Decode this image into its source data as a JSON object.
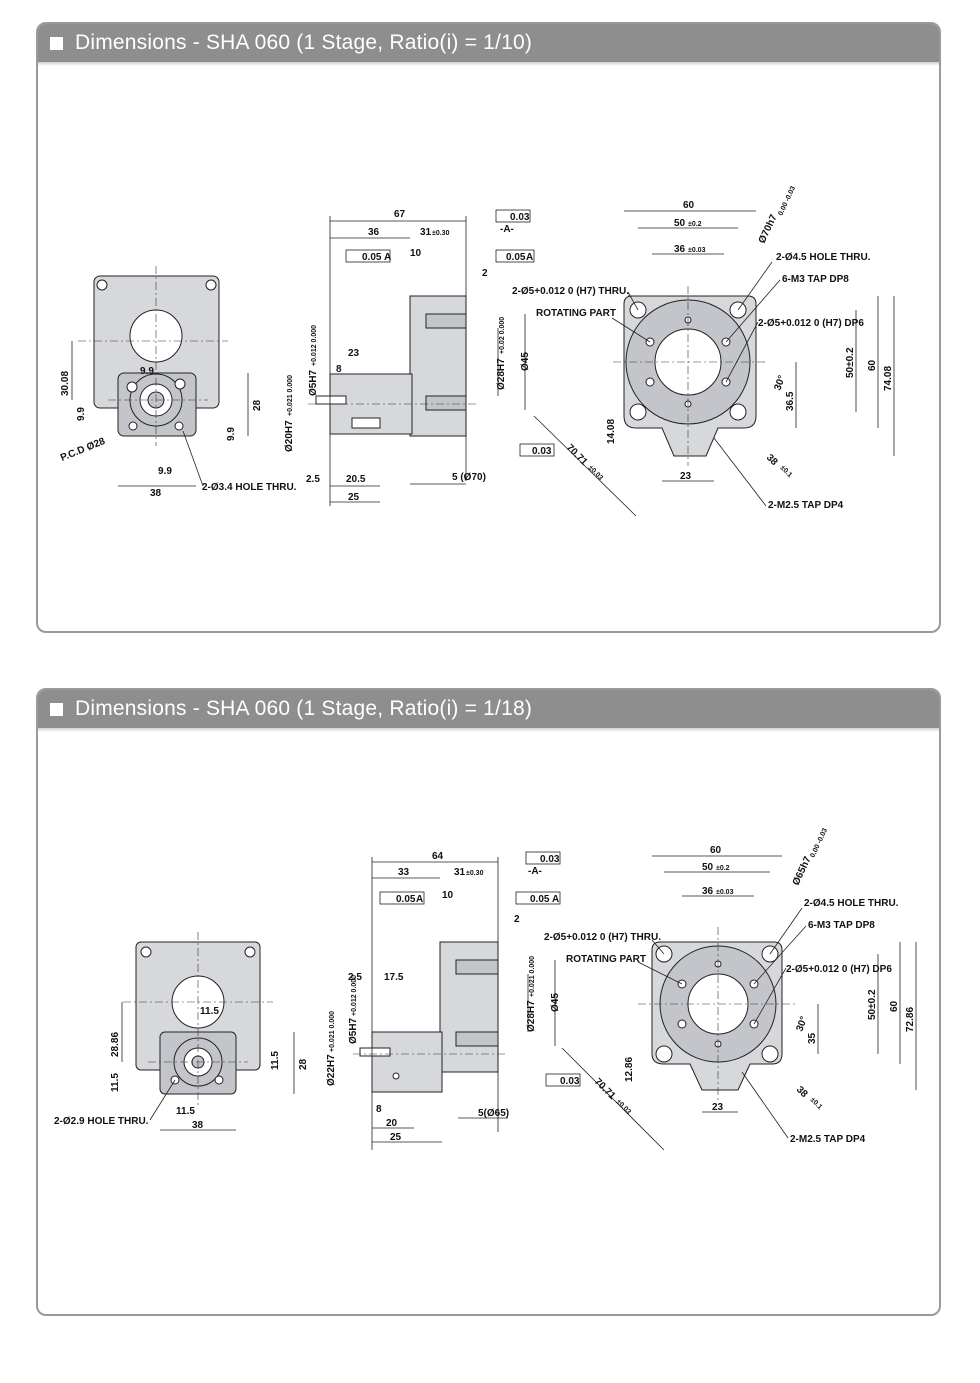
{
  "sections": [
    {
      "title": "Dimensions  -  SHA 060 (1 Stage, Ratio(i) = 1/10)",
      "front": {
        "dims": [
          "30.08",
          "9.9",
          "9.9",
          "9.9",
          "9.9",
          "28",
          "38",
          "P.C.D Ø28",
          "2-Ø3.4 HOLE THRU."
        ]
      },
      "side": {
        "dims": [
          "67",
          "36",
          "31",
          "±0.30",
          "10",
          "2",
          "23",
          "8",
          "2.5",
          "20.5",
          "25",
          "5 (Ø70)",
          "Ø45",
          "Ø28H7",
          "+0.02 0.000",
          "Ø5H7",
          "+0.012 0.000",
          "Ø20H7",
          "+0.021 0.000"
        ],
        "tol": [
          "0.05",
          "A",
          "0.05",
          "A",
          "0.03",
          "-A-",
          "0.03"
        ]
      },
      "top": {
        "dims": [
          "60",
          "50",
          "±0.2",
          "36",
          "±0.03",
          "Ø70h7",
          "0.00 -0.03",
          "60",
          "50±0.2",
          "74.08",
          "36.5",
          "30°",
          "14.08",
          "23",
          "70.71",
          "±0.03",
          "38",
          "±0.1"
        ],
        "callouts": [
          "2-Ø4.5 HOLE THRU.",
          "6-M3 TAP DP8",
          "2-Ø5+0.012 0 (H7) DP6",
          "2-Ø5+0.012 0 (H7) THRU.",
          "ROTATING PART",
          "2-M2.5 TAP DP4"
        ]
      }
    },
    {
      "title": "Dimensions  -  SHA 060 (1 Stage, Ratio(i) = 1/18)",
      "front": {
        "dims": [
          "28.86",
          "11.5",
          "11.5",
          "11.5",
          "11.5",
          "28",
          "38",
          "2-Ø2.9 HOLE THRU."
        ]
      },
      "side": {
        "dims": [
          "64",
          "33",
          "31",
          "±0.30",
          "10",
          "2",
          "2.5",
          "17.5",
          "8",
          "20",
          "25",
          "5(Ø65)",
          "Ø45",
          "Ø28H7",
          "+0.021 0.000",
          "Ø5H7",
          "+0.012 0.000",
          "Ø22H7",
          "+0.021 0.000"
        ],
        "tol": [
          "0.05",
          "A",
          "0.05",
          "A",
          "0.03",
          "-A-",
          "0.03"
        ]
      },
      "top": {
        "dims": [
          "60",
          "50",
          "±0.2",
          "36",
          "±0.03",
          "Ø65h7",
          "0.00 -0.03",
          "60",
          "50±0.2",
          "72.86",
          "35",
          "30°",
          "12.86",
          "23",
          "70.71",
          "±0.03",
          "38",
          "±0.1"
        ],
        "callouts": [
          "2-Ø4.5 HOLE THRU.",
          "6-M3 TAP DP8",
          "2-Ø5+0.012 0 (H7) DP6",
          "2-Ø5+0.012 0 (H7) THRU.",
          "ROTATING PART",
          "2-M2.5 TAP DP4"
        ]
      }
    }
  ]
}
